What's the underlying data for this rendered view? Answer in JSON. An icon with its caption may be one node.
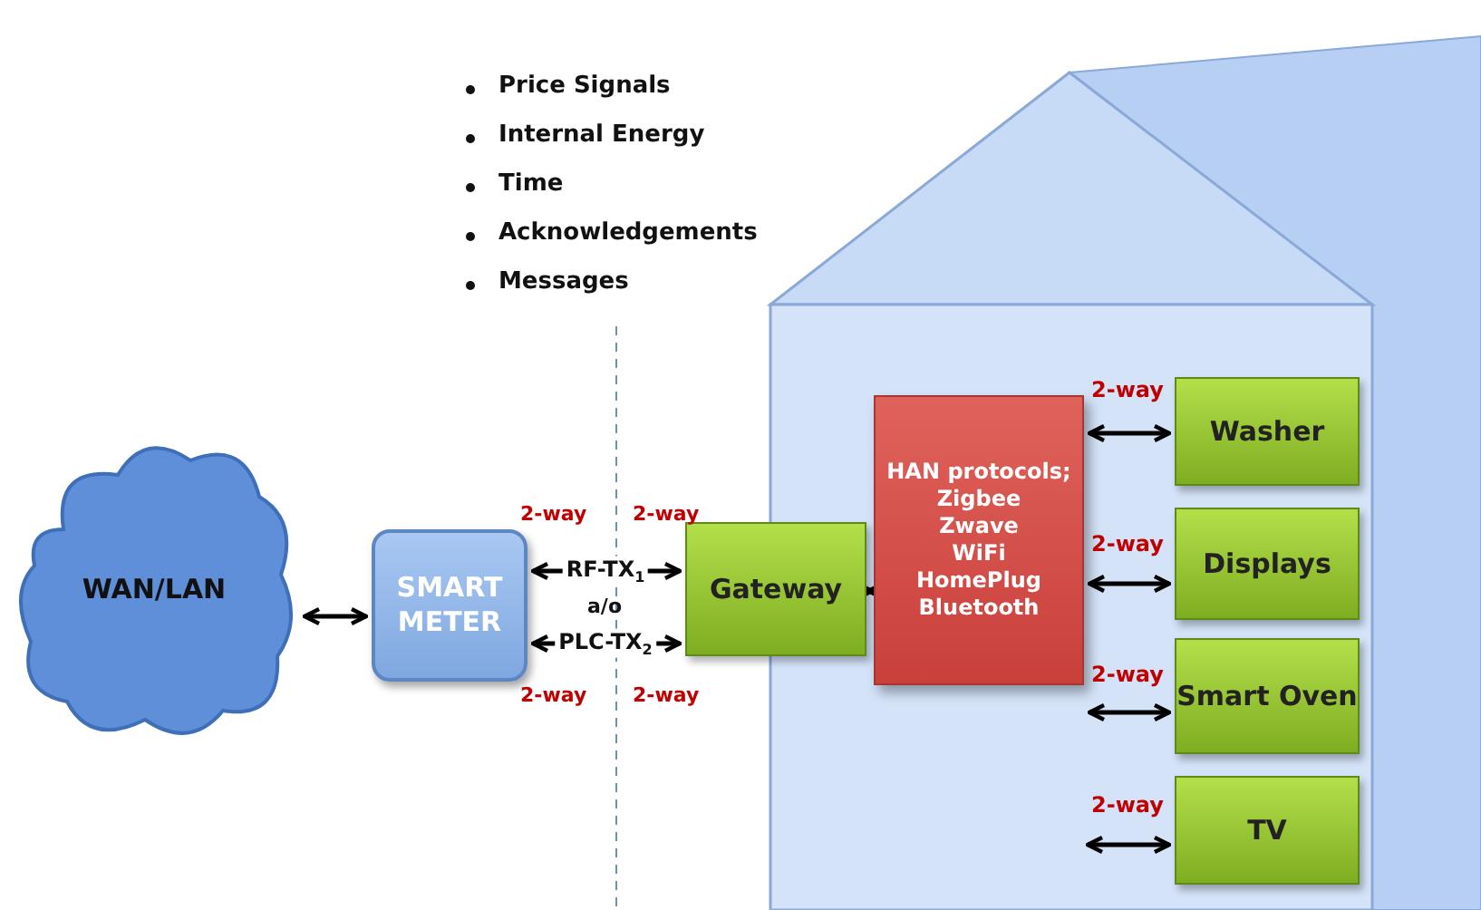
{
  "diagram": {
    "nodes": [
      {
        "text": [
          "WAN/LAN"
        ]
      },
      {
        "text": [
          "SMART METER"
        ]
      },
      {
        "text": [
          "Gateway"
        ]
      },
      {
        "text": [
          "HAN protocols;",
          "Zigbee",
          "Zwave",
          "WiFi",
          "HomePlug",
          "Bluetooth"
        ]
      },
      {
        "text": [
          "Washer"
        ]
      },
      {
        "text": [
          "Displays"
        ]
      },
      {
        "text": [
          "Smart Oven"
        ]
      },
      {
        "text": [
          "TV"
        ]
      }
    ],
    "edges": [
      {
        "from": 0,
        "to": 1,
        "arrow": "both"
      },
      {
        "from": 1,
        "to": 2,
        "arrow": "both",
        "label": "RF-TX$_{1}$"
      },
      {
        "from": 1,
        "to": 2,
        "arrow": "both",
        "label": "PLC-TX$_{2}$"
      },
      {
        "from": 2,
        "to": 3,
        "arrow": "both"
      },
      {
        "from": 3,
        "to": 4,
        "arrow": "both",
        "label": "2-way"
      },
      {
        "from": 3,
        "to": 5,
        "arrow": "both",
        "label": "2-way"
      },
      {
        "from": 3,
        "to": 6,
        "arrow": "both",
        "label": "2-way"
      },
      {
        "from": null,
        "to": 7,
        "arrow": "both",
        "label": "2-way"
      }
    ],
    "labels": [
      "Price Signals",
      "Internal Energy",
      "Time",
      "Acknowledgements",
      "Messages",
      "2-way",
      "2-way",
      "a/o",
      "2-way",
      "2-way"
    ]
  }
}
